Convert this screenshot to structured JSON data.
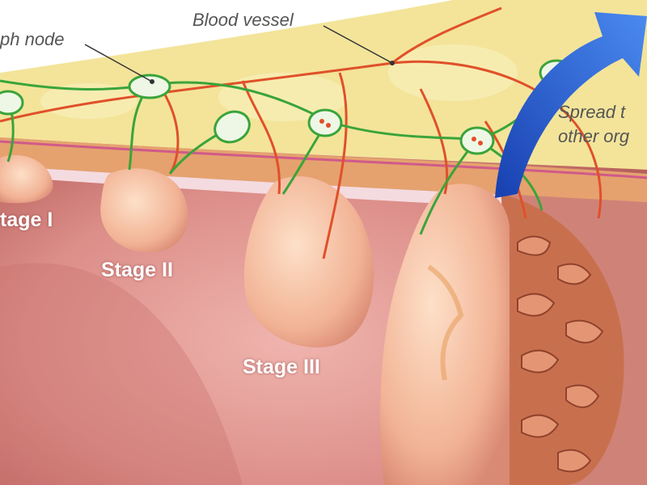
{
  "labels": {
    "lymph_node": "ph node",
    "blood_vessel": "Blood vessel",
    "spread_line1": "Spread t",
    "spread_line2": "other org",
    "stage1": "tage I",
    "stage2": "Stage II",
    "stage3": "Stage III"
  },
  "colors": {
    "lumen": "#d98a86",
    "fat": "#f3e49a",
    "lymph": "#3aa43a",
    "vessel": "#e0502a",
    "arrow": "#2a64d8",
    "tumor": "#f3b79a"
  }
}
